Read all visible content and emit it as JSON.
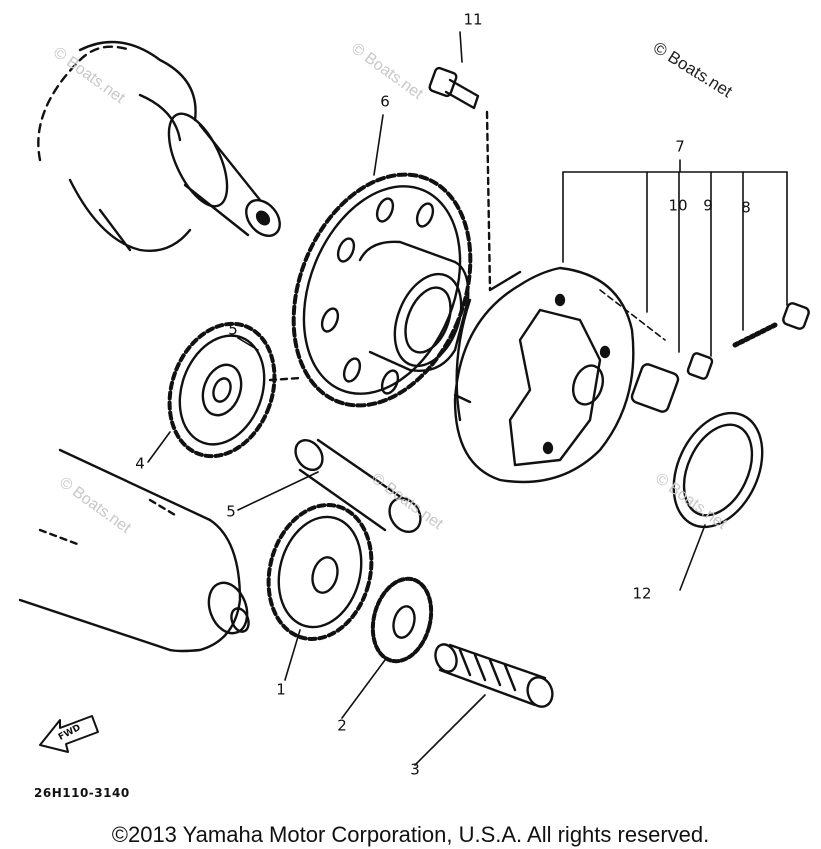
{
  "labels": {
    "p1": "1",
    "p2": "2",
    "p3": "3",
    "p4": "4",
    "p5": "5",
    "p6": "6",
    "p7": "7",
    "p8": "8",
    "p9": "9",
    "p10": "10",
    "p11": "11",
    "p12": "12"
  },
  "watermark_main": "© Boats.net",
  "watermark_faint": "© Boats.net",
  "diagram_code": "26H110-3140",
  "fwd_text": "FWD",
  "copyright": "©2013 Yamaha Motor Corporation, U.S.A. All rights reserved.",
  "colors": {
    "ink": "#111111",
    "watermark": "#c8c8c8",
    "background": "#ffffff"
  }
}
